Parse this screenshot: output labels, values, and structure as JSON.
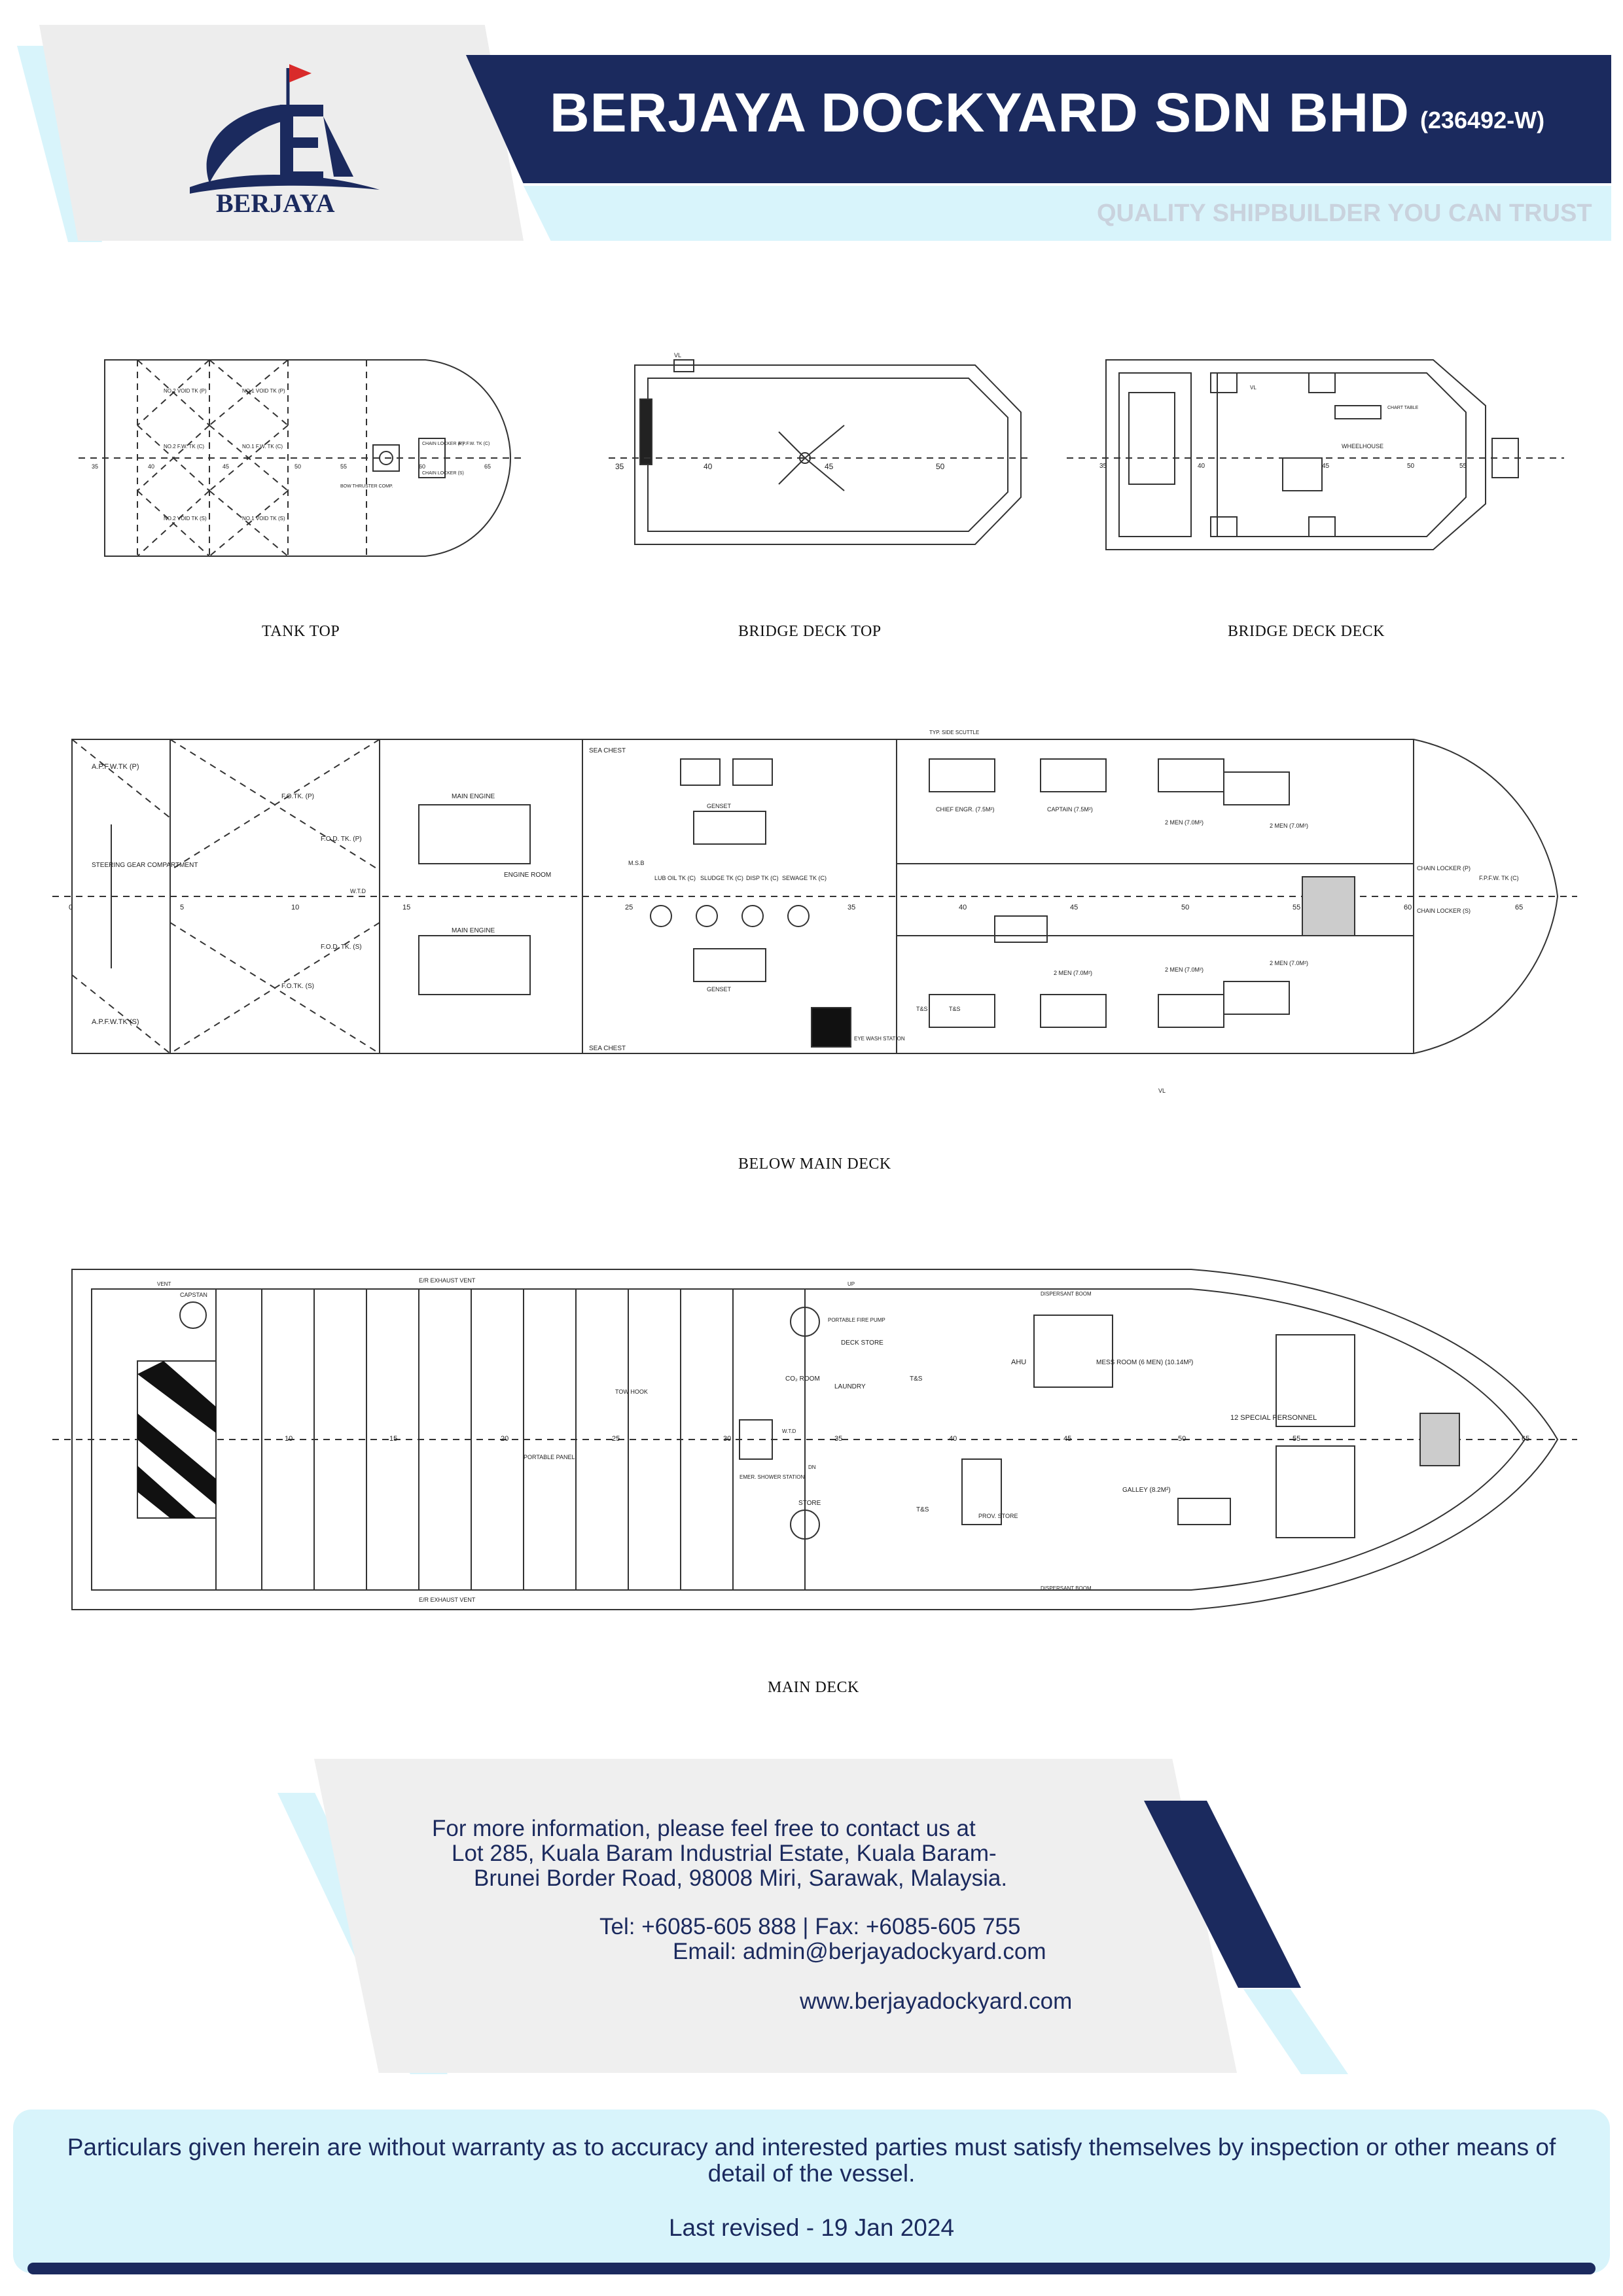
{
  "header": {
    "company_name": "BERJAYA DOCKYARD SDN BHD",
    "registration_no": "(236492-W)",
    "tagline": "QUALITY SHIPBUILDER YOU CAN TRUST",
    "logo_text": "BERJAYA"
  },
  "drawings": {
    "tank_top": {
      "caption": "TANK TOP",
      "labels": [
        "NO.2 VOID TK (P)",
        "NO.1 VOID TK (P)",
        "NO.2 F.W. TK (C)",
        "NO.1 F.W. TK (C)",
        "NO.2 VOID TK (S)",
        "NO.1 VOID TK (S)",
        "CHAIN LOCKER (P)",
        "CHAIN LOCKER (S)",
        "A.P.F.W. TK (C)",
        "BOW THRUSTER COMP."
      ],
      "frames": [
        "35",
        "40",
        "45",
        "50",
        "55",
        "60",
        "65"
      ]
    },
    "bridge_deck_top": {
      "caption": "BRIDGE DECK TOP",
      "labels": [
        "VL"
      ],
      "frames": [
        "35",
        "40",
        "45",
        "50"
      ]
    },
    "bridge_deck_deck": {
      "caption": "BRIDGE DECK DECK",
      "labels": [
        "WHEELHOUSE",
        "CHART TABLE",
        "VL"
      ],
      "frames": [
        "35",
        "40",
        "45",
        "50",
        "55"
      ]
    },
    "below_main_deck": {
      "caption": "BELOW MAIN DECK",
      "labels": {
        "apfw_p": "A.P.F.W.TK (P)",
        "apfw_s": "A.P.F.W.TK (S)",
        "steering": "STEERING GEAR COMPARTMENT",
        "fo_p": "F.O.TK. (P)",
        "fod_p": "F.O.D. TK. (P)",
        "fod_s": "F.O.D. TK. (S)",
        "fo_s": "F.O.TK. (S)",
        "main_engine_1": "MAIN ENGINE",
        "main_engine_2": "MAIN ENGINE",
        "engine_room": "ENGINE ROOM",
        "sea_chest_1": "SEA CHEST",
        "sea_chest_2": "SEA CHEST",
        "genset_1": "GENSET",
        "genset_2": "GENSET",
        "lub_oil": "LUB OIL TK (C)",
        "sludge": "SLUDGE TK (C)",
        "disp": "DISP TK (C)",
        "sewage": "SEWAGE TK (C)",
        "msb": "M.S.B",
        "eye_wash": "EYE WASH STATION",
        "chief_engr": "CHIEF ENGR. (7.5M²)",
        "captain": "CAPTAIN (7.5M²)",
        "two_men_1": "2 MEN (7.0M²)",
        "two_men_2": "2 MEN (7.0M²)",
        "two_men_3": "2 MEN (7.0M²)",
        "two_men_4": "2 MEN (7.0M²)",
        "two_men_5": "2 MEN (7.0M²)",
        "ts_1": "T&S",
        "ts_2": "T&S",
        "chain_locker_p": "CHAIN LOCKER (P)",
        "chain_locker_s": "CHAIN LOCKER (S)",
        "fpfw": "F.P.F.W. TK (C)",
        "side_scuttle": "TYP. SIDE SCUTTLE",
        "vl": "VL",
        "wtd": "W.T.D"
      },
      "frames": [
        "0",
        "5",
        "10",
        "15",
        "25",
        "35",
        "40",
        "45",
        "50",
        "55",
        "60",
        "65"
      ]
    },
    "main_deck": {
      "caption": "MAIN DECK",
      "labels": {
        "er_exhaust_1": "E/R EXHAUST VENT",
        "er_exhaust_2": "E/R EXHAUST VENT",
        "capstan": "CAPSTAN",
        "vent": "VENT",
        "portable_panel": "PORTABLE PANEL",
        "tow_hook": "TOW HOOK",
        "emer_shower": "EMER. SHOWER STATION",
        "co2_room": "CO₂ ROOM",
        "laundry": "LAUNDRY",
        "deck_store": "DECK STORE",
        "portable_fire_pump": "PORTABLE FIRE PUMP",
        "store": "STORE",
        "ts_1": "T&S",
        "ts_2": "T&S",
        "ahu": "AHU",
        "mess_room": "MESS ROOM (6 MEN) (10.14M²)",
        "dispersant_boom_1": "DISPERSANT BOOM",
        "dispersant_boom_2": "DISPERSANT BOOM",
        "special_personnel": "12 SPECIAL PERSONNEL",
        "galley": "GALLEY (8.2M²)",
        "prov_store": "PROV. STORE",
        "up": "UP",
        "dn": "DN",
        "wtd": "W.T.D"
      },
      "frames": [
        "10",
        "15",
        "20",
        "25",
        "30",
        "35",
        "40",
        "45",
        "50",
        "55",
        "65"
      ]
    }
  },
  "contact": {
    "intro": "For more information, please feel free to contact us at",
    "address_1": "Lot 285, Kuala Baram Industrial Estate, Kuala Baram-",
    "address_2": "Brunei Border Road, 98008 Miri, Sarawak, Malaysia.",
    "tel_fax": "Tel: +6085-605 888  |  Fax: +6085-605 755",
    "email": "Email: admin@berjayadockyard.com",
    "website": "www.berjayadockyard.com"
  },
  "footer": {
    "disclaimer": "Particulars given herein are without warranty as to accuracy and interested parties must satisfy themselves by inspection or other means of detail of the vessel.",
    "last_revised": "Last revised - 19 Jan 2024"
  },
  "colors": {
    "navy": "#1b2a5e",
    "light_cyan": "#d8f4fb",
    "light_grey": "#ededed",
    "logo_red": "#d92b2b"
  }
}
